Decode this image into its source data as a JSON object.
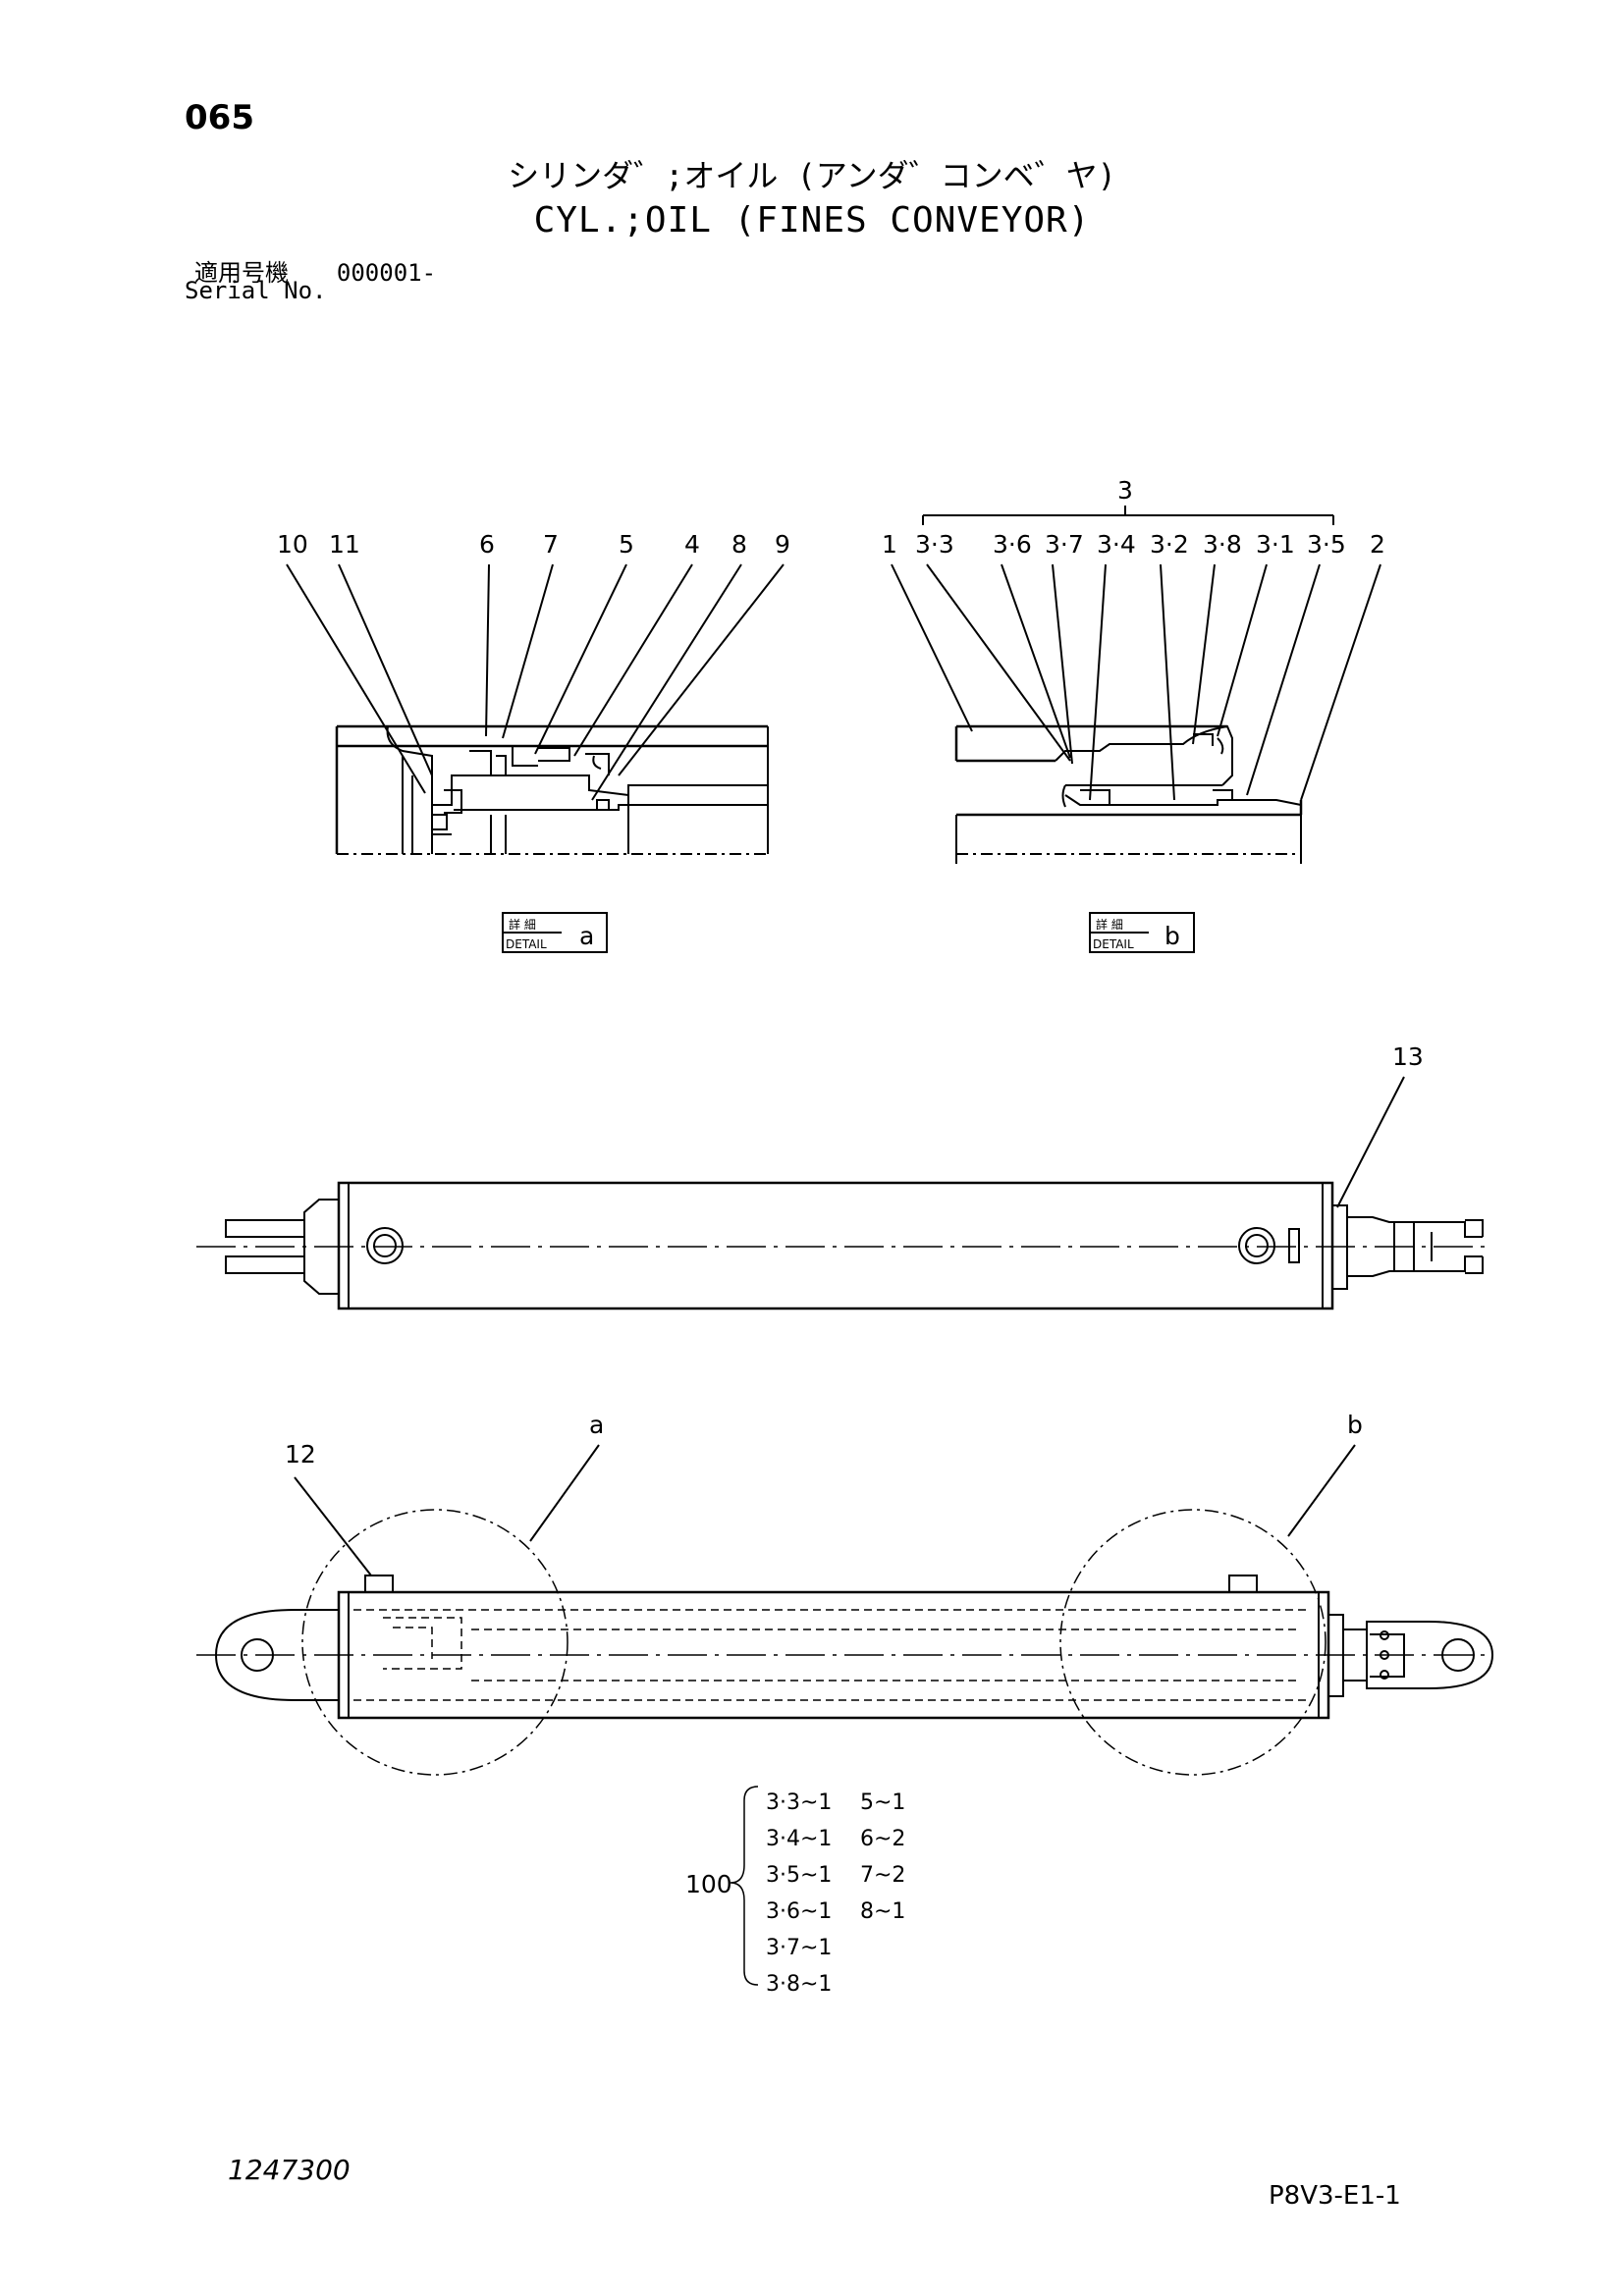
{
  "header": {
    "page_number": "065",
    "title_japanese": "シリンダ゛;オイル (アンダ゛コンベ゛ヤ)",
    "title_english": "CYL.;OIL (FINES CONVEYOR)",
    "serial_label_japanese": "適用号機",
    "serial_value": "000001-",
    "serial_label_english": "Serial No."
  },
  "detail_a": {
    "callouts": [
      "10",
      "11",
      "6",
      "7",
      "5",
      "4",
      "8",
      "9"
    ],
    "badge_top": "詳 細",
    "badge_bottom": "DETAIL",
    "badge_letter": "a"
  },
  "detail_b": {
    "group_label": "3",
    "callouts": [
      "1",
      "3·3",
      "3·6",
      "3·7",
      "3·4",
      "3·2",
      "3·8",
      "3·1",
      "3·5",
      "2"
    ],
    "badge_top": "詳 細",
    "badge_bottom": "DETAIL",
    "badge_letter": "b"
  },
  "top_view": {
    "callouts": [
      "13"
    ]
  },
  "side_view": {
    "callouts": [
      "12",
      "a",
      "b"
    ]
  },
  "seal_kit": {
    "label": "100",
    "left_column": [
      "3·3~1",
      "3·4~1",
      "3·5~1",
      "3·6~1",
      "3·7~1",
      "3·8~1"
    ],
    "right_column": [
      "5~1",
      "6~2",
      "7~2",
      "8~1"
    ]
  },
  "footer": {
    "drawing_number": "1247300",
    "sheet_reference": "P8V3-E1-1"
  }
}
